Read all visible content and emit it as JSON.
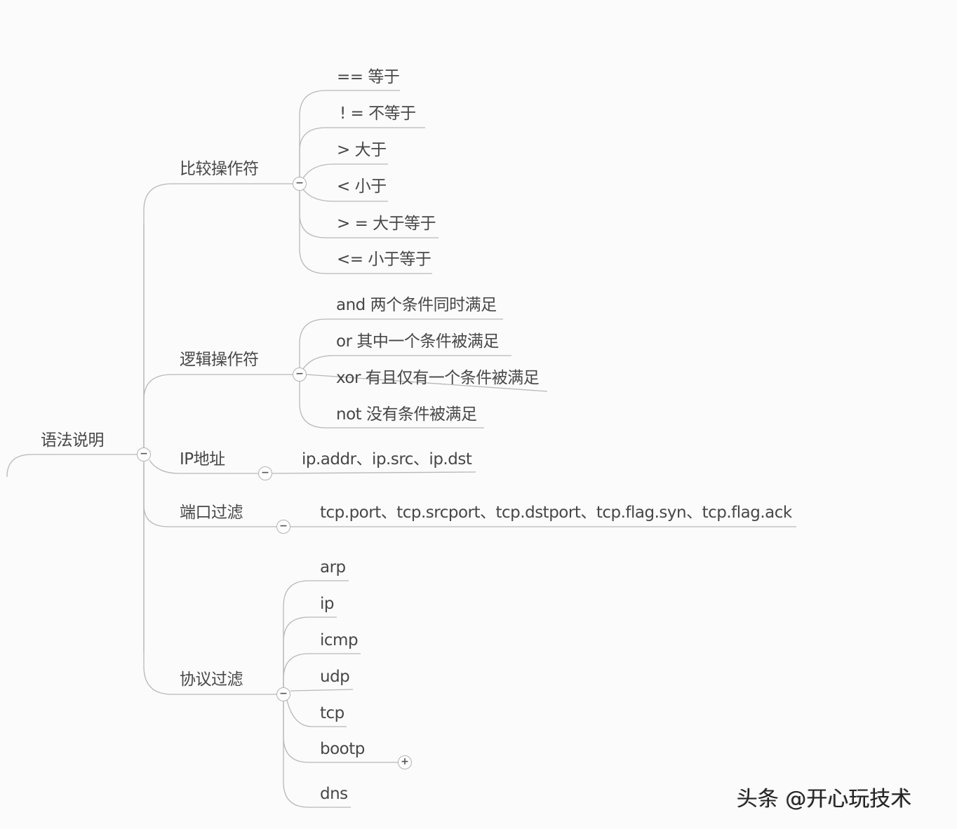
{
  "root": {
    "label": "语法说明",
    "toggle": "−"
  },
  "branches": [
    {
      "label": "比较操作符",
      "toggle": "−",
      "children": [
        "== 等于",
        "! =  不等于",
        "> 大于",
        "< 小于",
        "> = 大于等于",
        "<= 小于等于"
      ]
    },
    {
      "label": "逻辑操作符",
      "toggle": "−",
      "children": [
        "and 两个条件同时满足",
        "or  其中一个条件被满足",
        "xor 有且仅有一个条件被满足",
        "not 没有条件被满足"
      ]
    },
    {
      "label": "IP地址",
      "toggle": "−",
      "children": [
        "ip.addr、ip.src、ip.dst"
      ]
    },
    {
      "label": "端口过滤",
      "toggle": "−",
      "children": [
        "tcp.port、tcp.srcport、tcp.dstport、tcp.flag.syn、tcp.flag.ack"
      ]
    },
    {
      "label": "协议过滤",
      "toggle": "−",
      "children": [
        "arp",
        "ip",
        "icmp",
        "udp",
        "tcp",
        "bootp",
        "dns"
      ],
      "collapsed_child_toggle": "+"
    }
  ],
  "watermark": "头条 @开心玩技术",
  "colors": {
    "line": "#b8b8b8",
    "text": "#474747",
    "background": "#fbfbfc"
  }
}
